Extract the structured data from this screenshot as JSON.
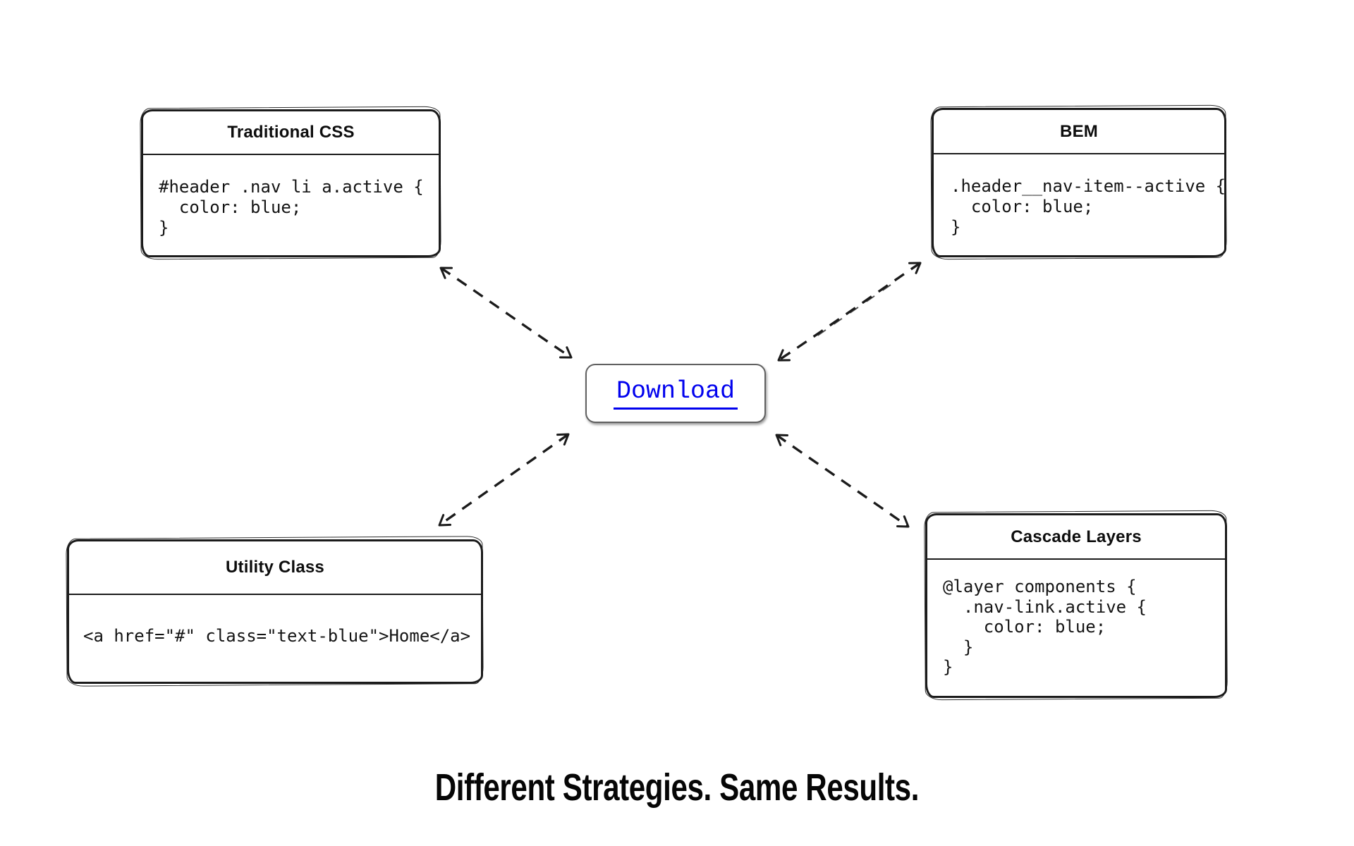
{
  "canvas": {
    "background": "#ffffff",
    "stroke_color": "#1b1b1b",
    "link_blue": "#0101ee"
  },
  "caption": "Different Strategies. Same Results.",
  "download": {
    "label": "Download"
  },
  "cards": {
    "traditional": {
      "title": "Traditional CSS",
      "code": "#header .nav li a.active {\n  color: blue;\n}"
    },
    "bem": {
      "title": "BEM",
      "code": ".header__nav-item--active {\n  color: blue;\n}"
    },
    "utility": {
      "title": "Utility Class",
      "code": "<a href=\"#\" class=\"text-blue\">Home</a>"
    },
    "cascade": {
      "title": "Cascade Layers",
      "code": "@layer components {\n  .nav-link.active {\n    color: blue;\n  }\n}"
    }
  },
  "connections": [
    {
      "from": "traditional-css",
      "to": "download",
      "style": "dashed-double-arrow"
    },
    {
      "from": "bem",
      "to": "download",
      "style": "dashed-double-arrow"
    },
    {
      "from": "utility-class",
      "to": "download",
      "style": "dashed-double-arrow"
    },
    {
      "from": "cascade-layers",
      "to": "download",
      "style": "dashed-double-arrow"
    }
  ]
}
